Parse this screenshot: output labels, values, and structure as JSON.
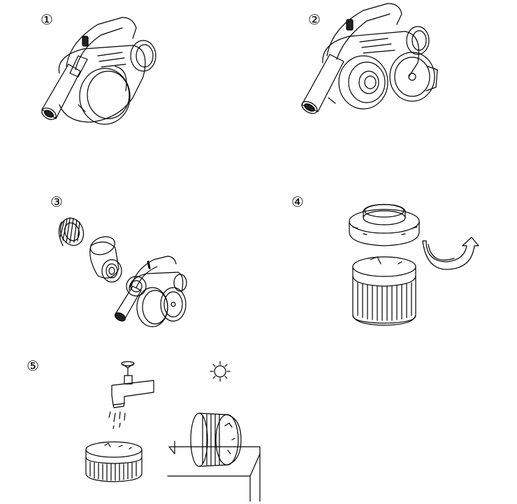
{
  "steps": [
    {
      "label": "①"
    },
    {
      "label": "②"
    },
    {
      "label": "③"
    },
    {
      "label": "④"
    },
    {
      "label": "⑤"
    }
  ],
  "icons": {
    "step1": "handheld-vacuum-icon",
    "step2": "vacuum-open-lid-icon",
    "step3": "exploded-filter-icon",
    "step4": "rotate-arrow-icon",
    "step5_left": "water-tap-icon",
    "step5_right": "sun-icon"
  },
  "colors": {
    "line": "#000000",
    "background": "#ffffff"
  }
}
